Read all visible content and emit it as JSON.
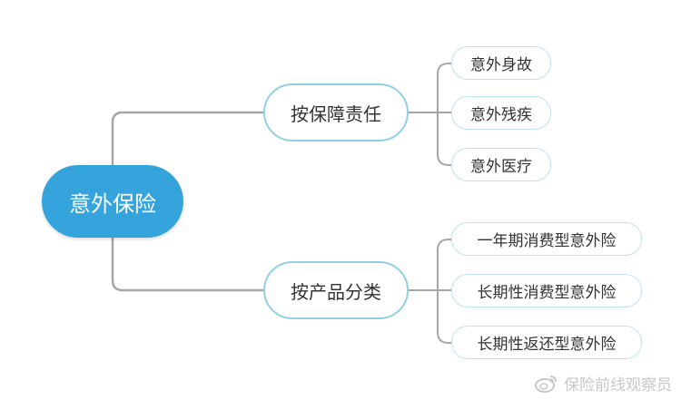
{
  "root": {
    "label": "意外保险"
  },
  "branches": [
    {
      "label": "按保障责任",
      "children": [
        "意外身故",
        "意外残疾",
        "意外医疗"
      ]
    },
    {
      "label": "按产品分类",
      "children": [
        "一年期消费型意外险",
        "长期性消费型意外险",
        "长期性返还型意外险"
      ]
    }
  ],
  "watermark": {
    "text": "保险前线观察员",
    "icon": "weibo-logo-icon"
  },
  "colors": {
    "root_fill": "#35a4dd",
    "mid_border": "#8fd0e6",
    "leaf_border": "#bfe3ef",
    "connector": "#a6a6a6",
    "text": "#333333"
  }
}
